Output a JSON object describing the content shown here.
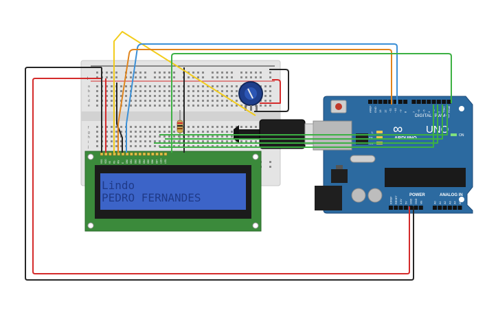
{
  "lcd": {
    "line1": "Lindo",
    "line2": "PEDRO FERNANDES",
    "pin_labels": [
      "VSS",
      "VDD",
      "V0",
      "RS",
      "RW",
      "E",
      "DB0",
      "DB1",
      "DB2",
      "DB3",
      "DB4",
      "DB5",
      "DB6",
      "DB7",
      "LED+",
      "LED-"
    ]
  },
  "arduino": {
    "brand": "ARDUINO",
    "model": "UNO",
    "logo": "∞",
    "digital_header": "DIGITAL (PWM~)",
    "power_header": "POWER",
    "analog_header": "ANALOG IN",
    "on_label": "ON",
    "tx_label": "TX",
    "rx_label": "RX",
    "l_label": "L",
    "digital_pins": [
      "AREF",
      "GND",
      "13",
      "12",
      "~11",
      "~10",
      "~9",
      "8",
      "7",
      "~6",
      "~5",
      "4",
      "~3",
      "2",
      "TX▸1",
      "RX◂0"
    ],
    "power_pins": [
      "IOREF",
      "RESET",
      "3.3V",
      "5V",
      "GND",
      "GND",
      "Vin"
    ],
    "analog_pins": [
      "A0",
      "A1",
      "A2",
      "A3",
      "A4",
      "A5"
    ]
  },
  "breadboard": {
    "rows_top": [
      "a",
      "b",
      "c",
      "d",
      "e"
    ],
    "rows_bottom": [
      "f",
      "g",
      "h",
      "i",
      "j"
    ],
    "rail_minus": "-",
    "rail_plus": "+"
  },
  "colors": {
    "wire_red": "#d42a2a",
    "wire_black": "#262626",
    "wire_yellow": "#f2cc1c",
    "wire_blue": "#3a8fd6",
    "wire_orange": "#e0841c",
    "wire_green": "#3cb043",
    "arduino_board": "#2c6aa0",
    "lcd_screen": "#3c64c8",
    "lcd_text": "#1f3a88"
  }
}
